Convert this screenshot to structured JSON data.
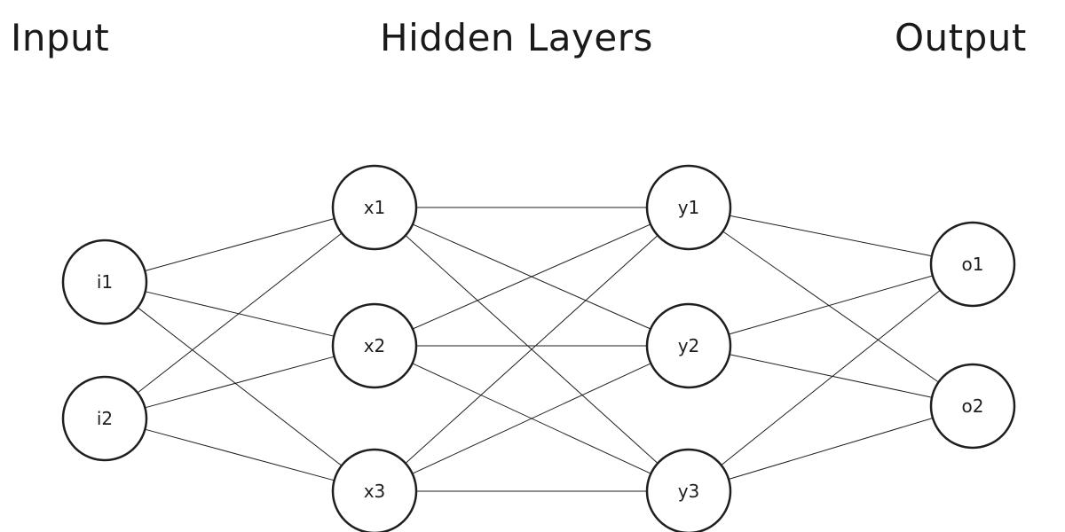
{
  "titles": {
    "input": "Input",
    "hidden": "Hidden Layers",
    "output": "Output"
  },
  "layers": [
    {
      "id": "input",
      "nodes": [
        "i1",
        "i2"
      ]
    },
    {
      "id": "hidden1",
      "nodes": [
        "x1",
        "x2",
        "x3"
      ]
    },
    {
      "id": "hidden2",
      "nodes": [
        "y1",
        "y2",
        "y3"
      ]
    },
    {
      "id": "output",
      "nodes": [
        "o1",
        "o2"
      ]
    }
  ],
  "connections": "fully-connected between adjacent layers"
}
